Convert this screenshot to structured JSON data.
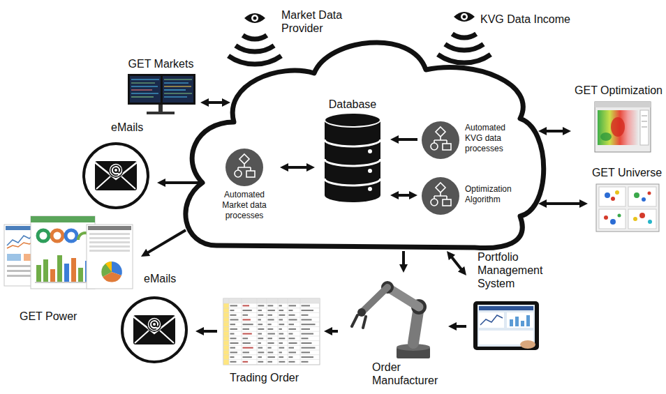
{
  "diagram": {
    "nodes": [
      {
        "text": []
      },
      {
        "text": [
          "Market Data Provider"
        ]
      },
      {
        "text": [
          "KVG Data Income"
        ]
      },
      {
        "text": [
          "GET Markets"
        ]
      },
      {
        "text": [
          "Database"
        ],
        "in": 0
      },
      {
        "text": [
          "Automated KVG data processes"
        ],
        "in": 0
      },
      {
        "text": [
          "Optimization Algorithm"
        ],
        "in": 0
      },
      {
        "text": [
          "Automated Market data processes"
        ],
        "in": 0
      },
      {
        "text": [
          "GET Optimization"
        ]
      },
      {
        "text": [
          "GET Universe"
        ]
      },
      {
        "text": [
          "eMails"
        ]
      },
      {
        "text": [
          "GET Power"
        ]
      },
      {
        "text": [
          "Portfolio Management System"
        ]
      },
      {
        "text": [
          "Order Manufacturer"
        ]
      },
      {
        "text": [
          "Trading Order"
        ]
      },
      {
        "text": [
          "eMails"
        ]
      }
    ],
    "edges": [
      {
        "from": 3,
        "to": 0,
        "arrow": "both"
      },
      {
        "from": 0,
        "to": 10,
        "arrow": "to"
      },
      {
        "from": 7,
        "to": 4,
        "arrow": "both"
      },
      {
        "from": 5,
        "to": 4,
        "arrow": "to"
      },
      {
        "from": 6,
        "to": 4,
        "arrow": "both"
      },
      {
        "from": 0,
        "to": 8,
        "arrow": "both"
      },
      {
        "from": 0,
        "to": 9,
        "arrow": "both"
      },
      {
        "from": 0,
        "to": 11,
        "arrow": "to"
      },
      {
        "from": 0,
        "to": 13,
        "arrow": "to"
      },
      {
        "from": 0,
        "to": 12,
        "arrow": "both"
      },
      {
        "from": 12,
        "to": 13,
        "arrow": "to"
      },
      {
        "from": 13,
        "to": 14,
        "arrow": "to"
      },
      {
        "from": 14,
        "to": 15,
        "arrow": "to"
      }
    ]
  }
}
